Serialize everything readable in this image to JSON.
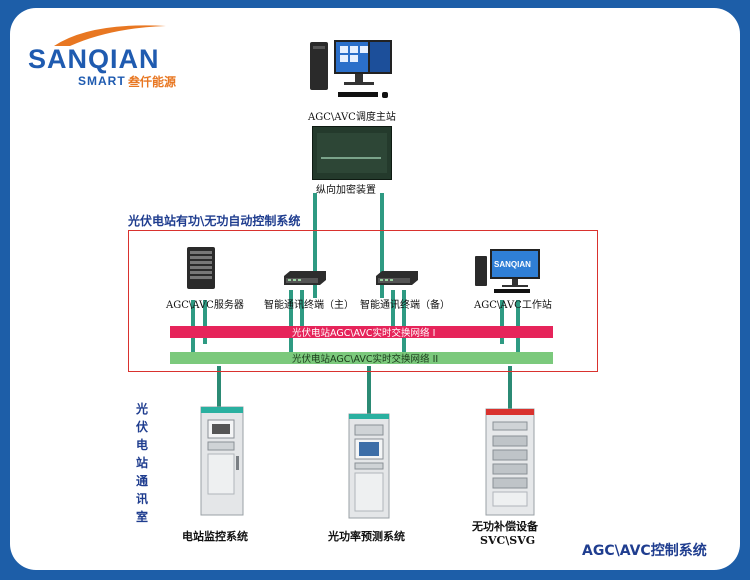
{
  "logo": {
    "word": "SANQIAN",
    "smart": "SMART",
    "cn": "叁仟能源"
  },
  "nodes": {
    "dispatch_station": "AGC\\AVC调度主站",
    "encryption": "纵向加密装置",
    "server": "AGC\\AVC服务器",
    "terminal_main": "智能通讯终端（主）",
    "terminal_backup": "智能通讯终端（备）",
    "workstation": "AGC\\AVC工作站",
    "monitor": "电站监控系统",
    "forecast": "光功率预测系统",
    "svc_line1": "无功补偿设备",
    "svc_line2": "SVC\\SVG"
  },
  "system_title": "光伏电站有功\\无功自动控制系统",
  "network1": "光伏电站AGC\\AVC实时交换网络 I",
  "network2": "光伏电站AGC\\AVC实时交换网络 II",
  "comm_room": [
    "光",
    "伏",
    "电",
    "站",
    "通",
    "讯",
    "室"
  ],
  "footer_title": "AGC\\AVC控制系统",
  "workstation_screen_logo": "SANQIAN",
  "colors": {
    "network1": "#e6245a",
    "network2": "#7bc97c",
    "frame": "#d9322e",
    "link": "#2e9a82",
    "background": "#1d5ea8"
  }
}
